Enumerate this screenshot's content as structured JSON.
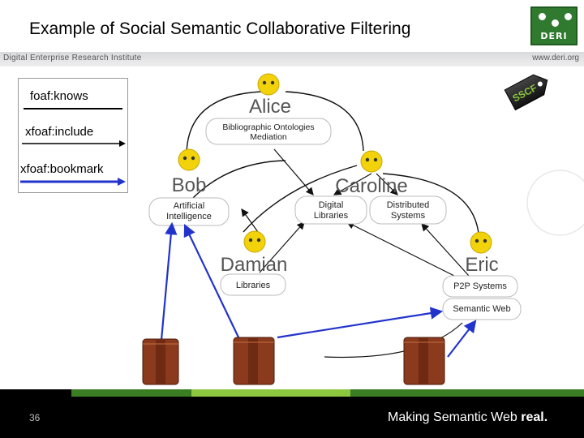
{
  "slide": {
    "title": "Example of Social Semantic Collaborative Filtering",
    "institute": "Digital Enterprise Research Institute",
    "website": "www.deri.org",
    "logo_text": "DERI",
    "tag_text": "SSCF",
    "page_number": "36",
    "slogan_prefix": "Making Semantic Web ",
    "slogan_emphasis": "real."
  },
  "legend": [
    {
      "label": "foaf:knows",
      "color": "#000000"
    },
    {
      "label": "xfoaf:include",
      "color": "#000000"
    },
    {
      "label": "xfoaf:bookmark",
      "color": "#2233cc"
    }
  ],
  "people": {
    "alice": "Alice",
    "bob": "Bob",
    "caroline": "Caroline",
    "damian": "Damian",
    "eric": "Eric"
  },
  "categories": {
    "bibliographic_1": "Bibliographic Ontologies",
    "bibliographic_2": "Mediation",
    "ai_1": "Artificial",
    "ai_2": "Intelligence",
    "digital_libraries_1": "Digital",
    "digital_libraries_2": "Libraries",
    "distributed_1": "Distributed",
    "distributed_2": "Systems",
    "libraries": "Libraries",
    "p2p": "P2P Systems",
    "semantic_web": "Semantic Web"
  },
  "colors": {
    "footer_green_dark": "#3a7d23",
    "footer_green_light": "#8dc63f",
    "smiley": "#f2d20a",
    "bookmark_line": "#2233cc",
    "book": "#8b3a1e"
  }
}
